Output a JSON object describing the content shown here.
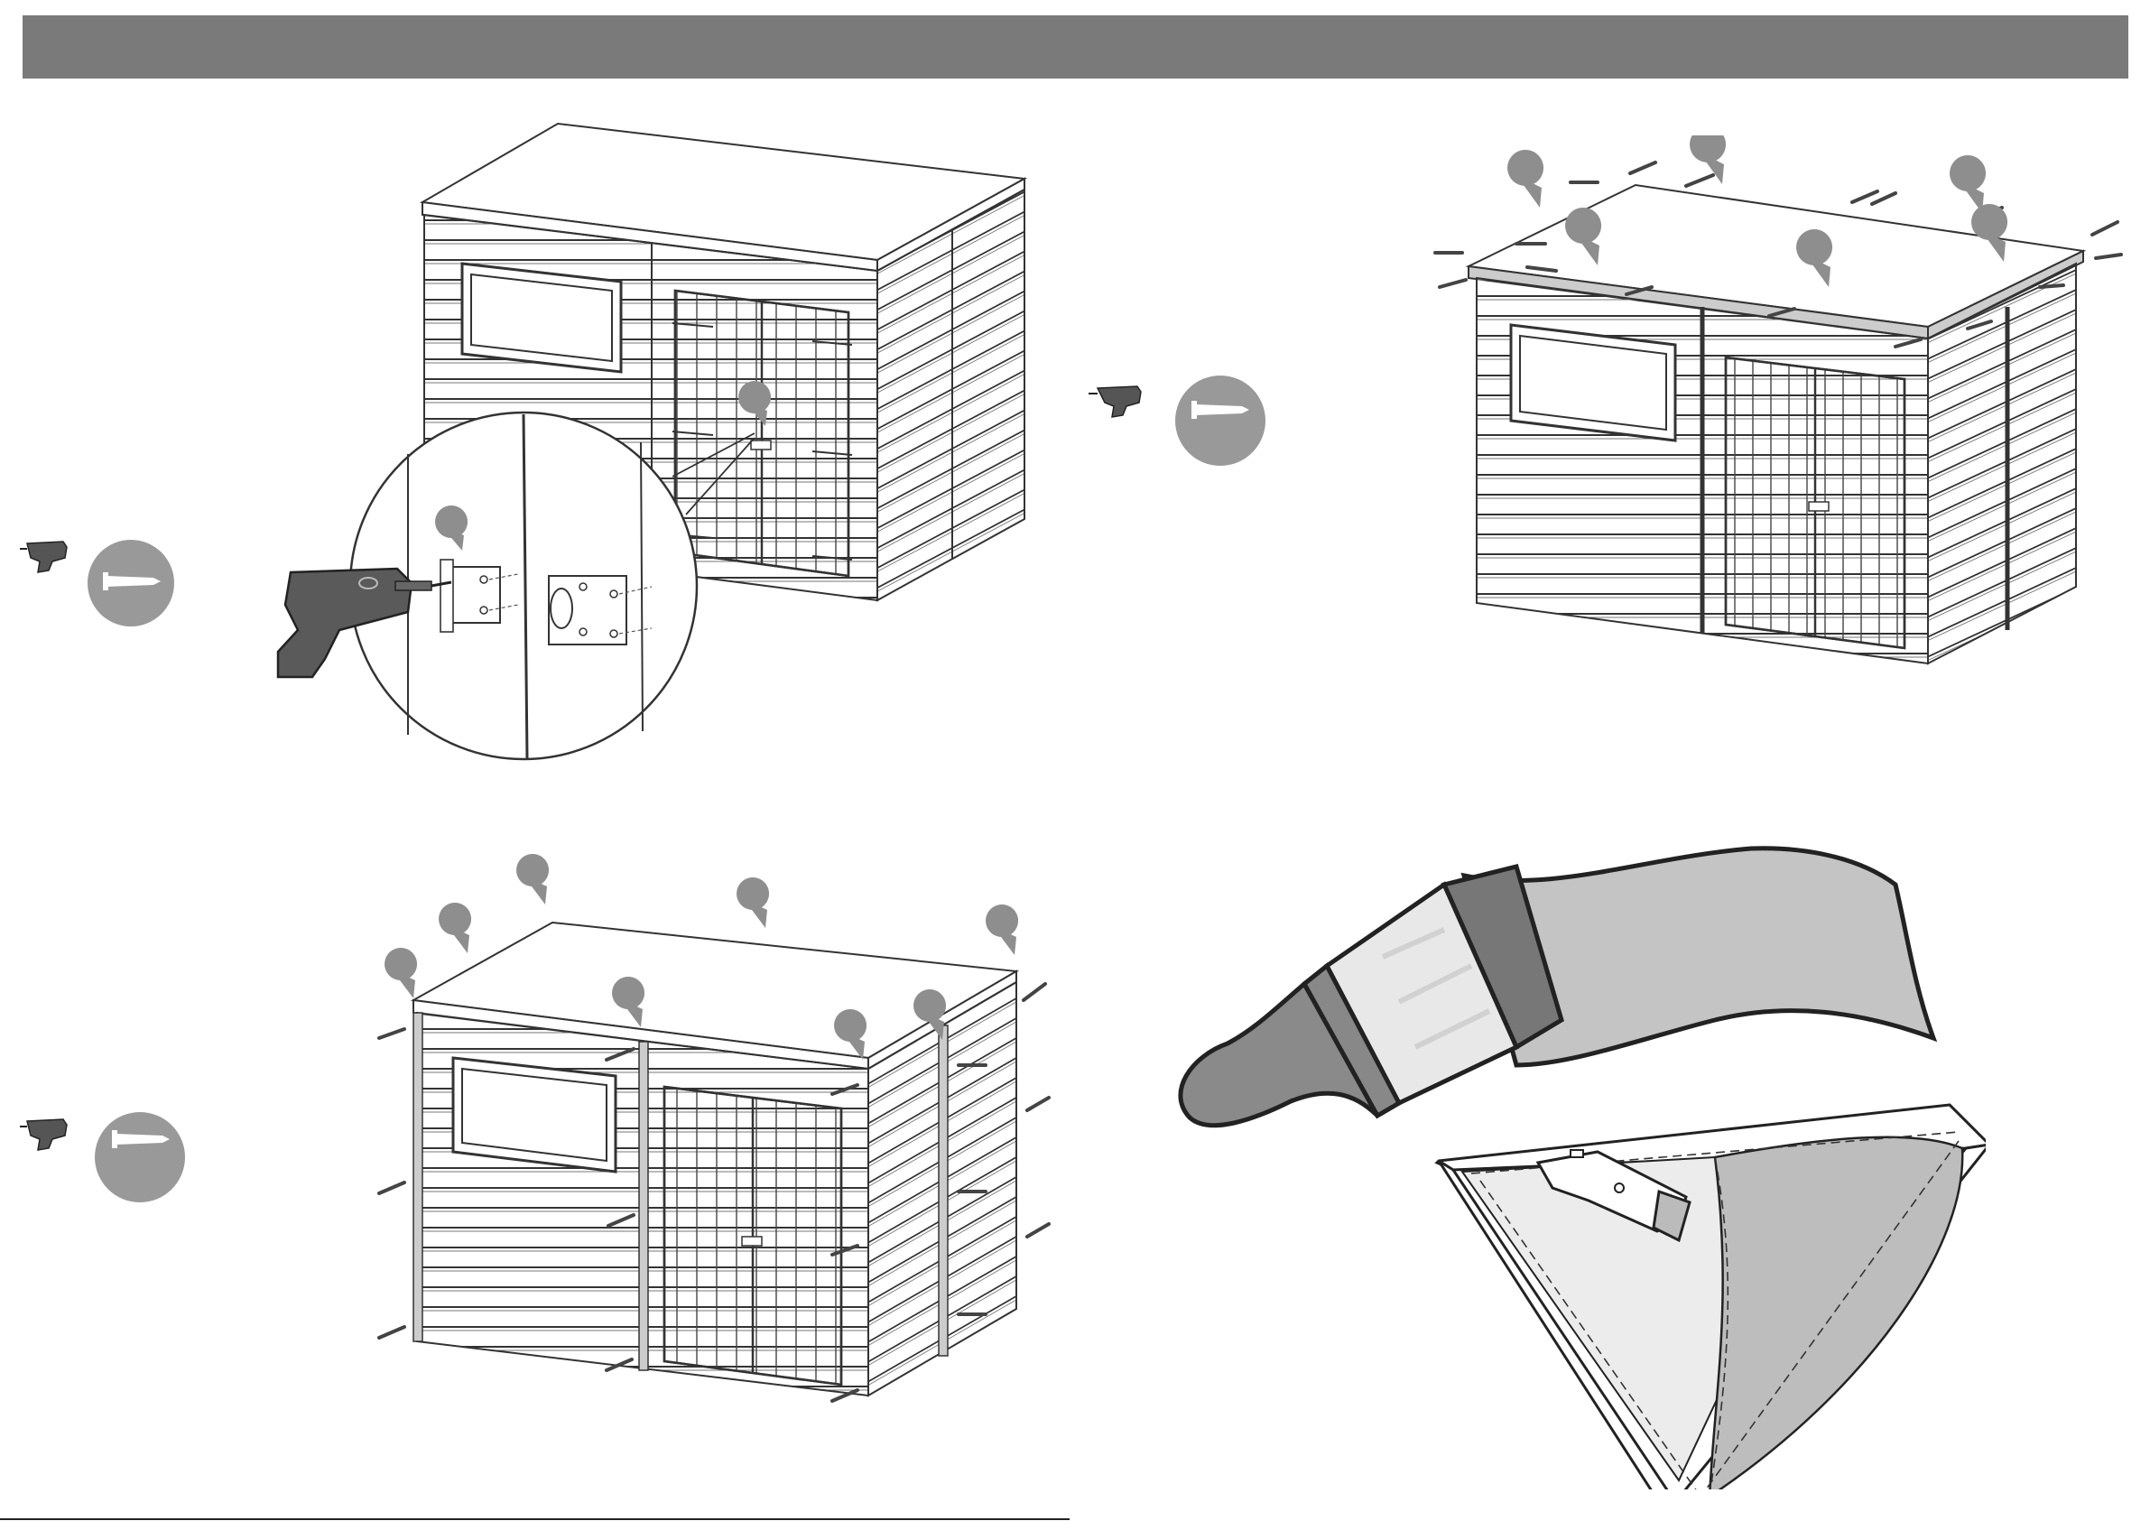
{
  "header": {
    "color": "#7b7a7b"
  },
  "colors": {
    "line": "#333333",
    "callout": "#8f8e8f",
    "badge": "#9a999a",
    "drill": "#555555",
    "cloth": "#c4c4c4",
    "brush_dark": "#8a8a8a"
  },
  "steps": [
    {
      "id": "door-handle-fitting",
      "badge_icon": "screw-icon",
      "tool_icon": "drill-icon"
    },
    {
      "id": "roof-trim-fitting",
      "badge_icon": "screw-icon",
      "tool_icon": "drill-icon"
    },
    {
      "id": "corner-trim-fitting",
      "badge_icon": "screw-icon",
      "tool_icon": "drill-icon"
    },
    {
      "id": "finishing",
      "badge_icon": "paintbrush-icon",
      "tool_icon": "staple-gun-icon"
    }
  ],
  "footer": {
    "note": ""
  }
}
